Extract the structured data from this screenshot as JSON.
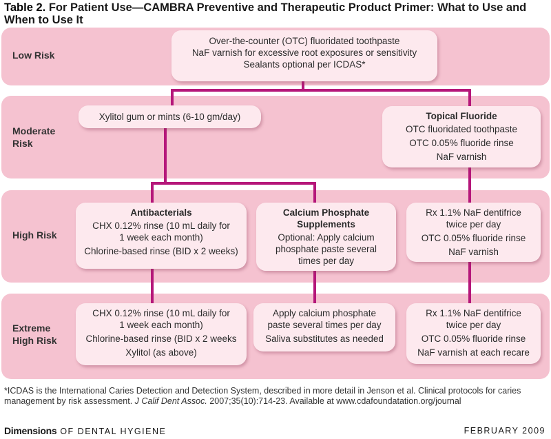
{
  "title": {
    "label": "Table 2.",
    "text": "For Patient Use—CAMBRA Preventive and Therapeutic Product Primer: What to Use and When to Use It"
  },
  "rows": {
    "low": "Low Risk",
    "moderate_1": "Moderate",
    "moderate_2": "Risk",
    "high": "High Risk",
    "extreme_1": "Extreme",
    "extreme_2": "High Risk"
  },
  "boxes": {
    "low_main": [
      "Over-the-counter (OTC) fluoridated toothpaste",
      "NaF varnish for excessive root exposures or sensitivity",
      "Sealants optional per ICDAS*"
    ],
    "mod_xylitol": [
      "Xylitol gum or mints (6-10 gm/day)"
    ],
    "mod_fluoride_head": "Topical Fluoride",
    "mod_fluoride": [
      "OTC fluoridated toothpaste",
      "OTC 0.05% fluoride rinse",
      "NaF varnish"
    ],
    "high_antibacterials_head": "Antibacterials",
    "high_antibacterials": [
      "CHX 0.12% rinse (10 mL daily for",
      "1 week each month)",
      "Chlorine-based rinse (BID x 2 weeks)"
    ],
    "high_calcium_head": "Calcium Phosphate",
    "high_calcium_head2": "Supplements",
    "high_calcium": [
      "Optional: Apply calcium",
      "phosphate paste several",
      "times per day"
    ],
    "high_fluoride": [
      "Rx 1.1% NaF dentifrice",
      "twice per day",
      "OTC 0.05% fluoride rinse",
      "NaF varnish"
    ],
    "ext_antibacterials": [
      "CHX 0.12% rinse (10 mL daily for",
      "1 week each month)",
      "Chlorine-based rinse (BID x 2 weeks",
      "Xylitol (as above)"
    ],
    "ext_calcium": [
      "Apply calcium phosphate",
      "paste several times per day",
      "Saliva substitutes as needed"
    ],
    "ext_fluoride": [
      "Rx 1.1% NaF dentifrice",
      "twice per day",
      "OTC 0.05% fluoride rinse",
      "NaF varnish at each recare"
    ]
  },
  "footnote": {
    "text1": "*ICDAS is the International Caries Detection and Detection System, described in more detail in Jenson et al. Clinical protocols for caries management by risk assessment. ",
    "journal": "J Calif Dent Assoc.",
    "text2": " 2007;35(10):714-23. Available at www.cdafoundatation.org/journal"
  },
  "footer": {
    "brand": "Dimensions",
    "rest": " OF DENTAL HYGIENE",
    "date": "FEBRUARY 2009"
  },
  "colors": {
    "band": "#f5c2d0",
    "box": "#fde9ee",
    "connector": "#b5177a"
  }
}
